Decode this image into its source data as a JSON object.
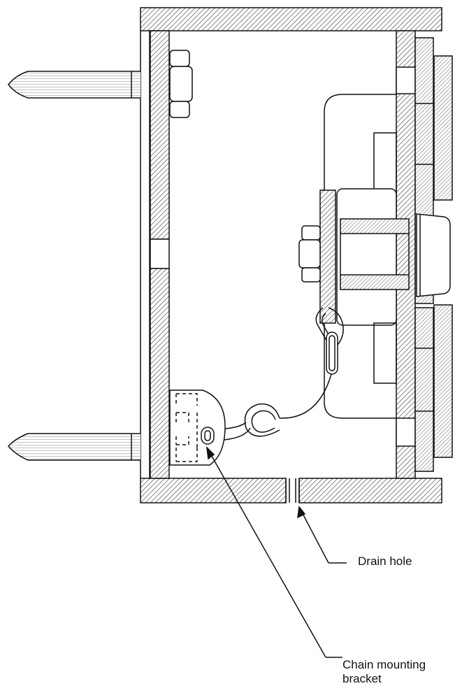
{
  "labels": {
    "drain_hole": "Drain hole",
    "chain_line1": "Chain mounting",
    "chain_line2": "bracket"
  },
  "colors": {
    "stroke": "#111111",
    "hatch": "#555555",
    "background": "#ffffff"
  }
}
